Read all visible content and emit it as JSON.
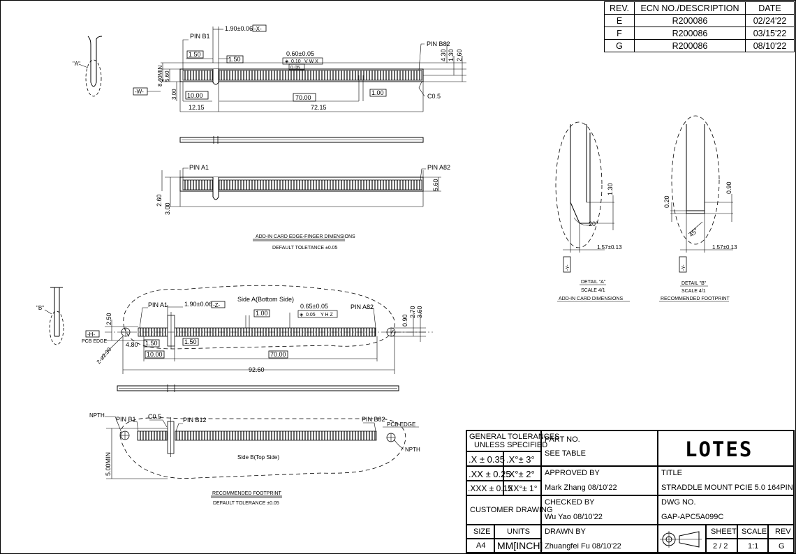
{
  "revisions": {
    "headers": [
      "REV.",
      "ECN NO./DESCRIPTION",
      "DATE"
    ],
    "rows": [
      [
        "E",
        "R200086",
        "02/24'22"
      ],
      [
        "F",
        "R200086",
        "03/15'22"
      ],
      [
        "G",
        "R200086",
        "08/10'22"
      ]
    ]
  },
  "title_block": {
    "tol_header1": "GENERAL TOLERANCES",
    "tol_header2": "UNLESS  SPECIFIED",
    "tol_x": ".X ±  0.35",
    "tol_xa": ".X°±  3°",
    "tol_xx": ".XX ±  0.25",
    "tol_xxa": ".X°±  2°",
    "tol_xxx": ".XXX ± 0.15",
    "tol_xxxa": ".XX°± 1°",
    "customer_drawing": "CUSTOMER DRAWING",
    "size_label": "SIZE",
    "size_value": "A4",
    "units_label": "UNITS",
    "units_value": "MM[INCH]",
    "part_no_label": "PART NO.",
    "part_no_value": "SEE TABLE",
    "approved_label": "APPROVED BY",
    "approved_value": "Mark Zhang 08/10'22",
    "checked_label": "CHECKED BY",
    "checked_value": "Wu Yao 08/10'22",
    "drawn_label": "DRAWN BY",
    "drawn_value": "Zhuangfei Fu 08/10'22",
    "company": "LOTES",
    "title_label": "TITLE",
    "title_value": "STRADDLE MOUNT PCIE 5.0 164PIN",
    "dwg_label": "DWG NO.",
    "dwg_value": "GAP-APC5A099C",
    "sheet_label": "SHEET",
    "sheet_value": "2 / 2",
    "scale_label": "SCALE",
    "scale_value": "1:1",
    "rev_label": "REV",
    "rev_value": "G"
  },
  "drawing": {
    "pin_b1": "PIN B1",
    "pin_b82": "PIN B82",
    "pin_a1": "PIN A1",
    "pin_a82": "PIN A82",
    "pin_b12": "PIN B12",
    "datum_x": "-X-",
    "datum_w": "-W-",
    "datum_z": "-Z-",
    "datum_h": "-H-",
    "datum_y": "-Y-",
    "detail_a_callout": "\"A\"",
    "detail_b_callout": "\"B\"",
    "d_190_x": "1.90±0.06",
    "d_150a": "1.50",
    "d_150b": "1.50",
    "d_060": "0.60±0.05",
    "fcf_010": "0.10",
    "fcf_vwx": "V W X",
    "fcf_005": "0.05",
    "d_430": "4.30",
    "d_130": "1.30",
    "d_260": "2.60",
    "d_840": "8.40MIN",
    "d_560": "5.60",
    "d_300": "3.00",
    "d_1000": "10.00",
    "d_7000": "70.00",
    "d_100": "1.00",
    "d_c05": "C0.5",
    "d_1215": "12.15",
    "d_7215": "72.15",
    "d_260b": "2.60",
    "d_300b": "3.00",
    "d_560b": "5.60",
    "note1_title": "ADD-IN CARD EDGE-FINGER DIMENSIONS",
    "note1_sub": "DEFAULT TOLETANCE ±0.05",
    "det_a_130": "1.30",
    "det_a_20": "20°",
    "det_a_157": "1.57±0.13",
    "det_b_090": "0.90",
    "det_b_020": "0.20",
    "det_b_45": "45°",
    "det_b_157": "1.57±0.13",
    "detail_a_title": "DETAIL \"A\"",
    "detail_a_scale": "SCALE 4/1",
    "detail_a_desc": "ADD-IN CARD DIMENSIONS",
    "detail_b_title": "DETAIL \"B\"",
    "detail_b_scale": "SCALE 4/1",
    "detail_b_desc": "RECOMMENDED FOOTPRINT",
    "side_a": "Side A(Bottom Side)",
    "side_b": "Side B(Top Side)",
    "fp_190_z": "1.90±0.06",
    "fp_065": "0.65±0.05",
    "fp_fcf_005": "0.05",
    "fp_fcf_yhz": "Y H Z",
    "fp_100": "1.00",
    "fp_250": "2.50",
    "fp_pcb_edge": "PCB EDGE",
    "fp_480": "4.80",
    "fp_150a": "1.50",
    "fp_150b": "1.50",
    "fp_1000": "10.00",
    "fp_7000": "70.00",
    "fp_9260": "92.60",
    "fp_230": "2-ø2.30",
    "fp_090": "0.90",
    "fp_270": "2.70",
    "fp_360": "3.60",
    "npth1": "NPTH",
    "npth2": "NPTH",
    "c05b": "C0.5",
    "pcb_edge2": "PCB EDGE",
    "fp_500": "5.00MIN",
    "note2_title": "RECOMMENDED FOOTPRINT",
    "note2_sub": "DEFAULT TOLERANCE ±0.05"
  }
}
